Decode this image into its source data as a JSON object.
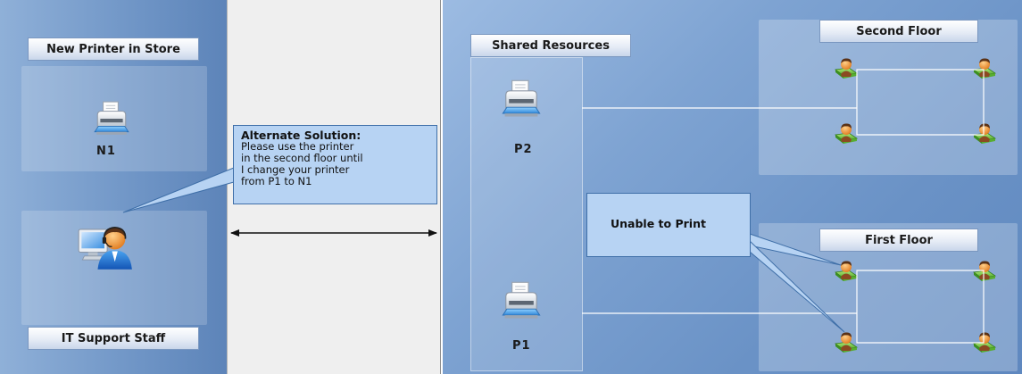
{
  "left": {
    "title": "New Printer in Store",
    "printer_label": "N1",
    "staff_label": "IT Support Staff"
  },
  "callout_alternate": {
    "title": "Alternate Solution:",
    "lines": [
      "Please use the printer",
      "in the second floor until",
      "I change your printer",
      "from P1 to N1"
    ]
  },
  "shared": {
    "title": "Shared Resources",
    "printer_top_label": "P2",
    "printer_bottom_label": "P1"
  },
  "floors": {
    "second_title": "Second Floor",
    "first_title": "First Floor"
  },
  "callout_unable": {
    "text": "Unable to Print"
  },
  "icons": {
    "printer": "printer-icon",
    "support_person": "support-person-computer-icon",
    "network_user": "network-user-icon"
  },
  "colors": {
    "panel_blue": "#6f95c6",
    "callout_fill": "#b7d3f3",
    "label_bar": "#e6ecf6"
  }
}
